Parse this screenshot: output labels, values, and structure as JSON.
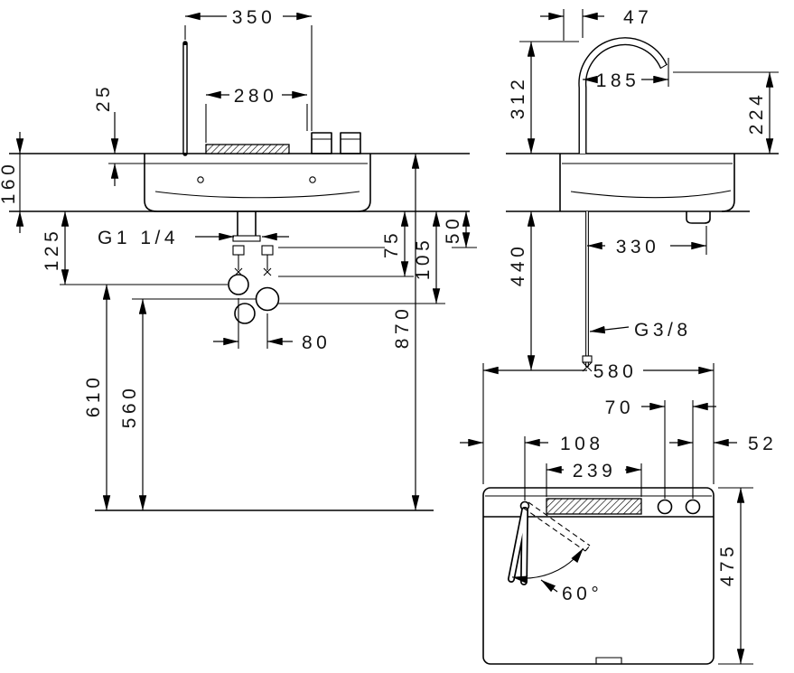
{
  "drawing": {
    "type": "technical-dimension-drawing",
    "colors": {
      "line": "#000000",
      "background": "#ffffff"
    },
    "views": {
      "front": {
        "d350": "350",
        "d280": "280",
        "d25": "25",
        "d160": "160",
        "d125": "125",
        "g114": "G1 1/4",
        "d75": "75",
        "d105": "105",
        "d50": "50",
        "d870": "870",
        "d80": "80",
        "d610": "610",
        "d560": "560"
      },
      "side": {
        "d47": "47",
        "d312": "312",
        "d185": "185",
        "d224": "224",
        "d440": "440",
        "d330": "330",
        "g38": "G3/8"
      },
      "top": {
        "d580": "580",
        "d70": "70",
        "d108": "108",
        "d52": "52",
        "d239": "239",
        "d475": "475",
        "a60": "60°"
      }
    }
  }
}
